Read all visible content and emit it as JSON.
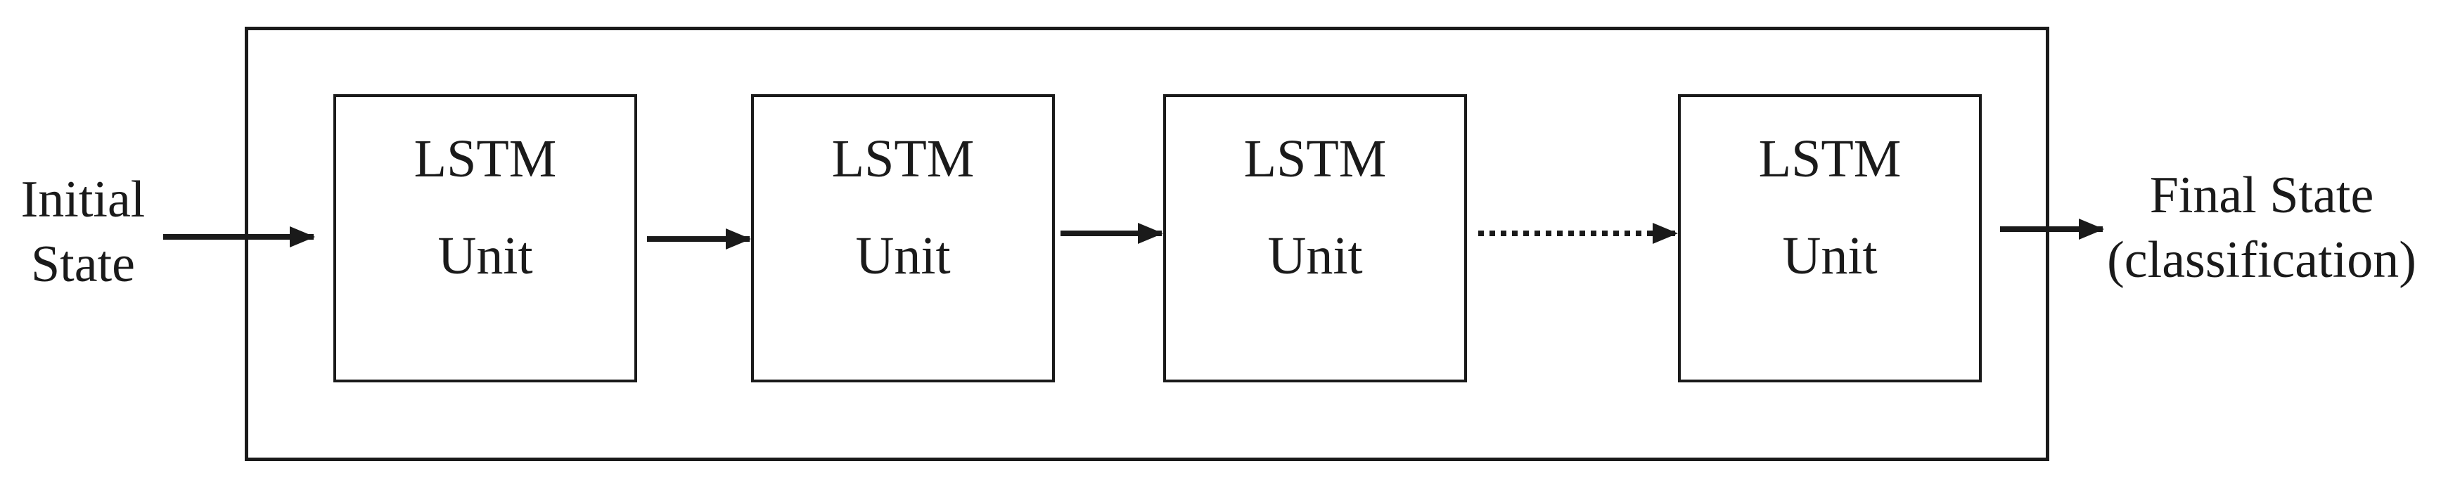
{
  "input_label": [
    "Initial",
    "State"
  ],
  "output_label": [
    "Final State",
    "(classification)"
  ],
  "units": [
    {
      "line1": "LSTM",
      "line2": "Unit"
    },
    {
      "line1": "LSTM",
      "line2": "Unit"
    },
    {
      "line1": "LSTM",
      "line2": "Unit"
    },
    {
      "line1": "LSTM",
      "line2": "Unit"
    }
  ],
  "connectors": [
    {
      "from": "input",
      "to": "unit-1",
      "style": "solid"
    },
    {
      "from": "unit-1",
      "to": "unit-2",
      "style": "solid"
    },
    {
      "from": "unit-2",
      "to": "unit-3",
      "style": "solid"
    },
    {
      "from": "unit-3",
      "to": "unit-4",
      "style": "dotted"
    },
    {
      "from": "unit-4",
      "to": "output",
      "style": "solid"
    }
  ],
  "colors": {
    "stroke": "#1a1a1a",
    "background": "#ffffff"
  }
}
